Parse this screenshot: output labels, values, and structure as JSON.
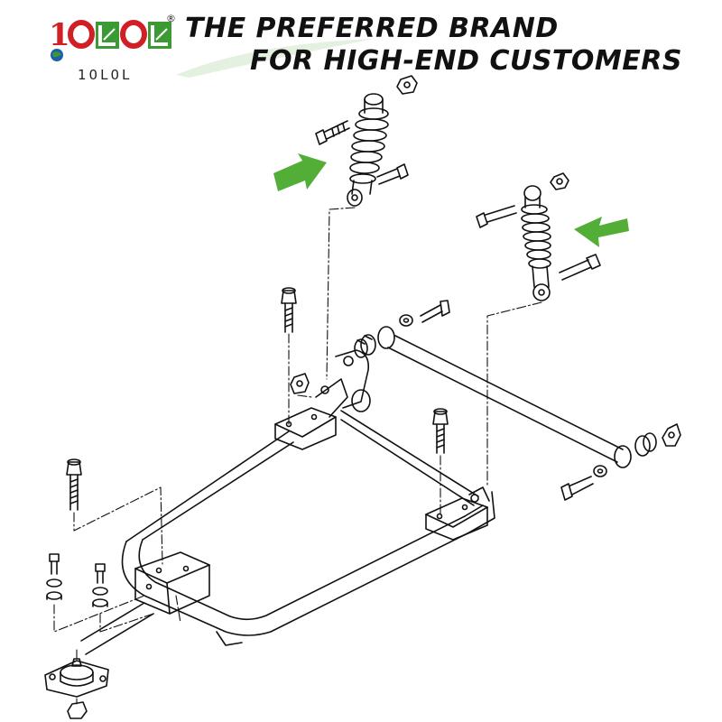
{
  "brand": {
    "logo_text": "10L0L",
    "registered_mark": "®",
    "tagline_line1": "THE PREFERRED BRAND",
    "tagline_line2": "FOR HIGH-END CUSTOMERS"
  },
  "colors": {
    "logo_red": "#d11f26",
    "logo_green": "#3c9a35",
    "arrow_green": "#52ae37",
    "line": "#111111"
  },
  "icons": [
    "globe-icon",
    "arrow-right-icon",
    "arrow-left-icon"
  ]
}
